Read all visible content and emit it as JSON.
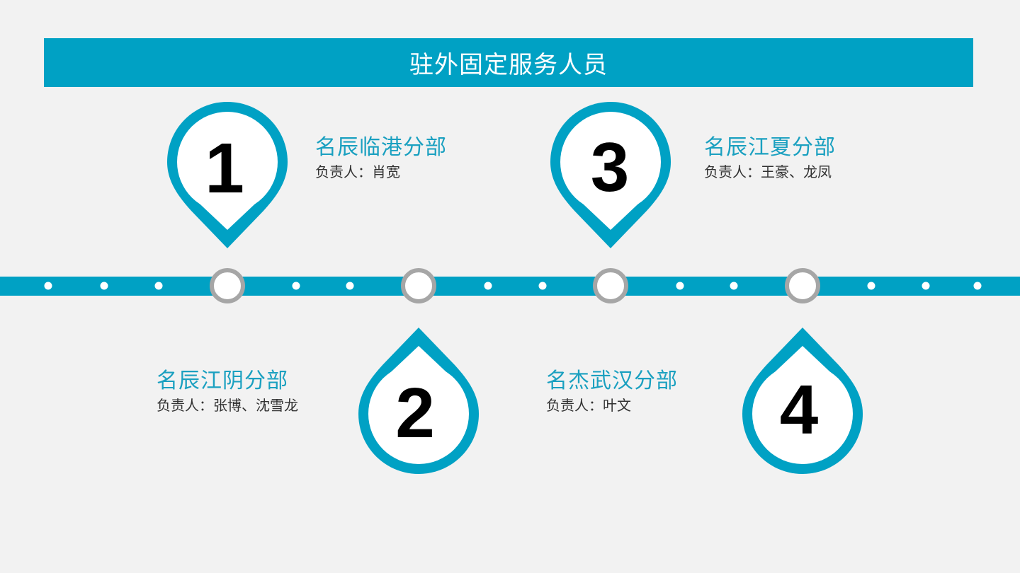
{
  "title": "驻外固定服务人员",
  "colors": {
    "accent": "#00a1c4",
    "background": "#f2f2f2",
    "node_ring": "#a6a6a6",
    "branch_text": "#1aa0c0",
    "person_text": "#333333"
  },
  "branches": [
    {
      "number": "1",
      "name": "名辰临港分部",
      "person": "负责人：肖宽"
    },
    {
      "number": "2",
      "name": "名辰江阴分部",
      "person": "负责人：张博、沈雪龙"
    },
    {
      "number": "3",
      "name": "名辰江夏分部",
      "person": "负责人：王豪、龙凤"
    },
    {
      "number": "4",
      "name": "名杰武汉分部",
      "person": "负责人：叶文"
    }
  ]
}
